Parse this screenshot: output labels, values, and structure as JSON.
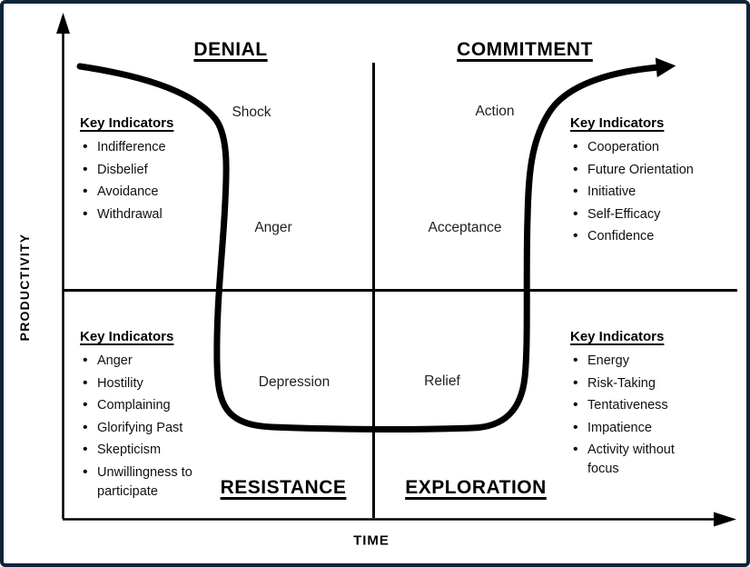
{
  "axes": {
    "y_label": "PRODUCTIVITY",
    "x_label": "TIME"
  },
  "quadrants": {
    "denial": {
      "title": "DENIAL",
      "key_indicators_heading": "Key Indicators",
      "indicators": [
        "Indifference",
        "Disbelief",
        "Avoidance",
        "Withdrawal"
      ]
    },
    "commitment": {
      "title": "COMMITMENT",
      "key_indicators_heading": "Key Indicators",
      "indicators": [
        "Cooperation",
        "Future Orientation",
        "Initiative",
        "Self-Efficacy",
        "Confidence"
      ]
    },
    "resistance": {
      "title": "RESISTANCE",
      "key_indicators_heading": "Key Indicators",
      "indicators": [
        "Anger",
        "Hostility",
        "Complaining",
        "Glorifying Past",
        "Skepticism",
        "Unwillingness to participate"
      ]
    },
    "exploration": {
      "title": "EXPLORATION",
      "key_indicators_heading": "Key Indicators",
      "indicators": [
        "Energy",
        "Risk-Taking",
        "Tentativeness",
        "Impatience",
        "Activity without focus"
      ]
    }
  },
  "stages": [
    "Shock",
    "Anger",
    "Depression",
    "Relief",
    "Acceptance",
    "Action"
  ],
  "colors": {
    "border": "#0d2438",
    "ink": "#000000",
    "text": "#1f1f1f",
    "background": "#ffffff"
  }
}
